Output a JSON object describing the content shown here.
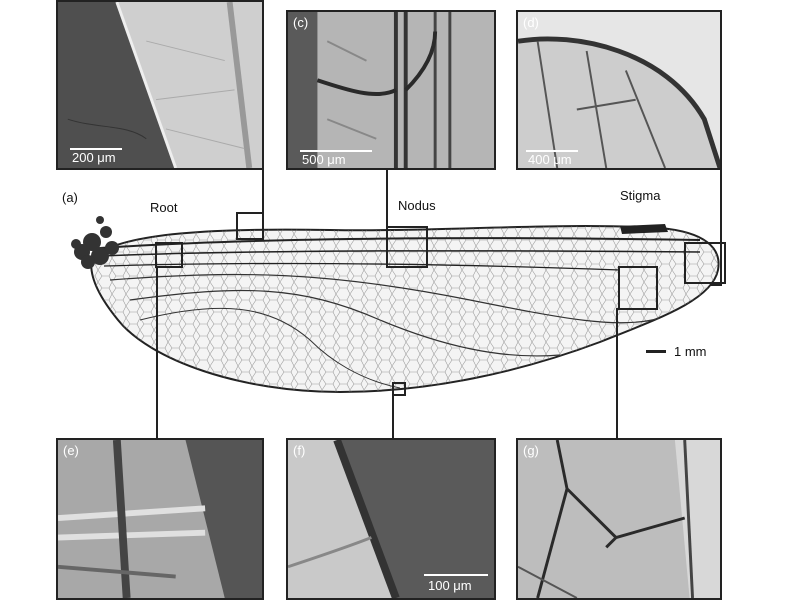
{
  "panel_labels": {
    "a": "(a)",
    "c": "(c)",
    "d": "(d)",
    "e": "(e)",
    "f": "(f)",
    "g": "(g)"
  },
  "annotations": {
    "root": "Root",
    "nodus": "Nodus",
    "stigma": "Stigma"
  },
  "scale_bars": {
    "top_left": "200 μm",
    "c": "500 μm",
    "d": "400 μm",
    "f": "100 μm",
    "main": "1 mm"
  },
  "colors": {
    "panel_frame": "#222222",
    "sem_dark": "#5a5a5a",
    "sem_light": "#c8c8c8",
    "wing_vein": "#2a2a2a"
  }
}
